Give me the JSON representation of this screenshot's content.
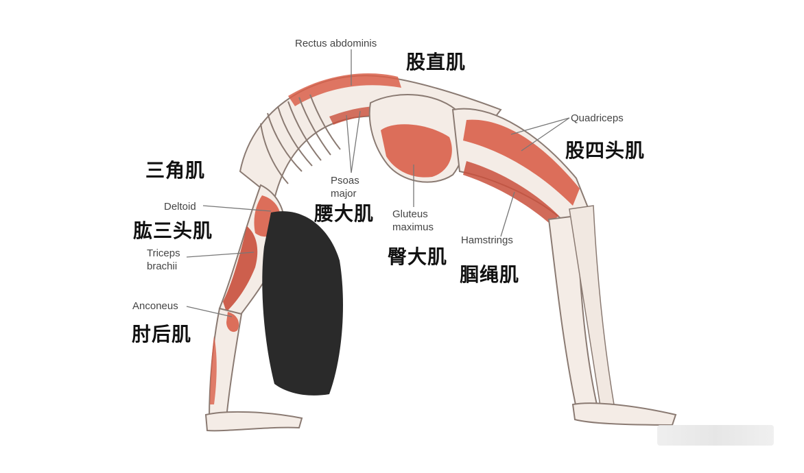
{
  "labels_en": {
    "rectus_abdominis": "Rectus abdominis",
    "quadriceps": "Quadriceps",
    "psoas_major": [
      "Psoas",
      "major"
    ],
    "deltoid": "Deltoid",
    "gluteus_maximus": [
      "Gluteus",
      "maximus"
    ],
    "hamstrings": "Hamstrings",
    "triceps_brachii": [
      "Triceps",
      "brachii"
    ],
    "anconeus": "Anconeus"
  },
  "labels_zh": {
    "rectus_femoris": "股直肌",
    "quadriceps": "股四头肌",
    "deltoid": "三角肌",
    "psoas_major": "腰大肌",
    "triceps_brachii": "肱三头肌",
    "gluteus_maximus": "臀大肌",
    "hamstrings": "腘绳肌",
    "anconeus": "肘后肌"
  },
  "colors": {
    "muscle": "#d9604a",
    "muscle_dark": "#b8412f",
    "bone": "#f2ece6",
    "outline": "#8a7a72",
    "hair": "#2a2a2a",
    "leader_line": "#777777"
  }
}
